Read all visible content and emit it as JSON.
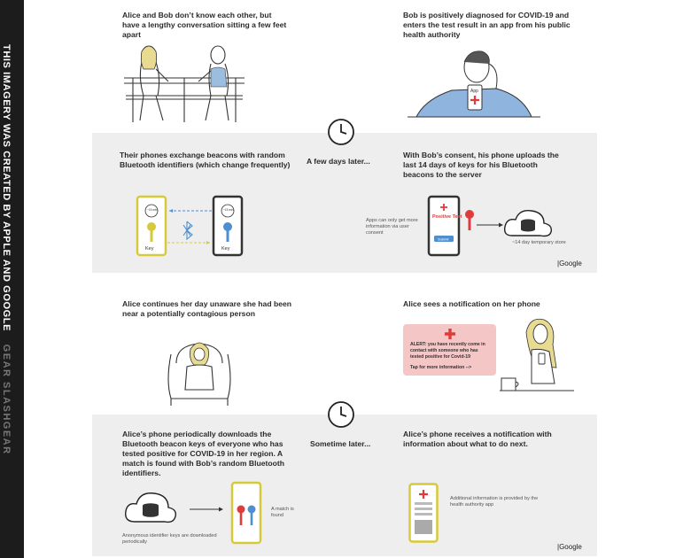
{
  "watermark": {
    "text": "THIS IMAGERY WAS CREATED BY APPLE AND GOOGLE",
    "site": "GEAR SLASHGEAR"
  },
  "panels": {
    "p1": "Alice and Bob don’t know each other, but have a lengthy conversation sitting a few feet apart",
    "p2": "Bob is positively diagnosed for COVID-19 and enters the test result in an app from his public health authority",
    "p3": "Their phones exchange beacons with random Bluetooth identifiers (which change frequently)",
    "p4": "With Bob’s consent, his phone uploads the last 14 days of keys for his Bluetooth beacons to the server",
    "p5": "Alice continues her day unaware she had been near a potentially contagious person",
    "p6": "Alice sees a notification on her phone",
    "p7": "Alice’s phone periodically downloads the Bluetooth beacon keys of everyone who has tested positive for COVID-19 in her region. A match is found with Bob’s random Bluetooth identifiers.",
    "p8": "Alice’s phone receives a notification with information about what to do next."
  },
  "transitions": {
    "first": "A few days later...",
    "second": "Sometime later..."
  },
  "labels": {
    "key": "Key",
    "time": "~15 min",
    "app_label": "App",
    "positive_test": "Positive Test",
    "submit": "Submit",
    "consent_note": "Apps can only get more information via user consent",
    "store_note": "~14 day temporary store",
    "alert_text": "ALERT: you have recently come in contact with someone who has tested positive for Covid-19",
    "alert_tap": "Tap for more information -->",
    "download_note": "Anonymous identifier keys are downloaded periodically",
    "match_note": "A match is found",
    "additional_info": "Additional information is provided by the health authority app"
  },
  "brand": {
    "google": "Google",
    "apple_glyph": "",
    "separator": "|"
  },
  "colors": {
    "alice_yellow": "#d6c93a",
    "bob_blue": "#4f8fd0",
    "alert_pink": "#f4c6c6",
    "red": "#e03a3a",
    "band_gray": "#eeeeee"
  },
  "icons": [
    "clock-icon",
    "bluetooth-icon",
    "key-icon",
    "cloud-database-icon",
    "red-cross-icon"
  ]
}
